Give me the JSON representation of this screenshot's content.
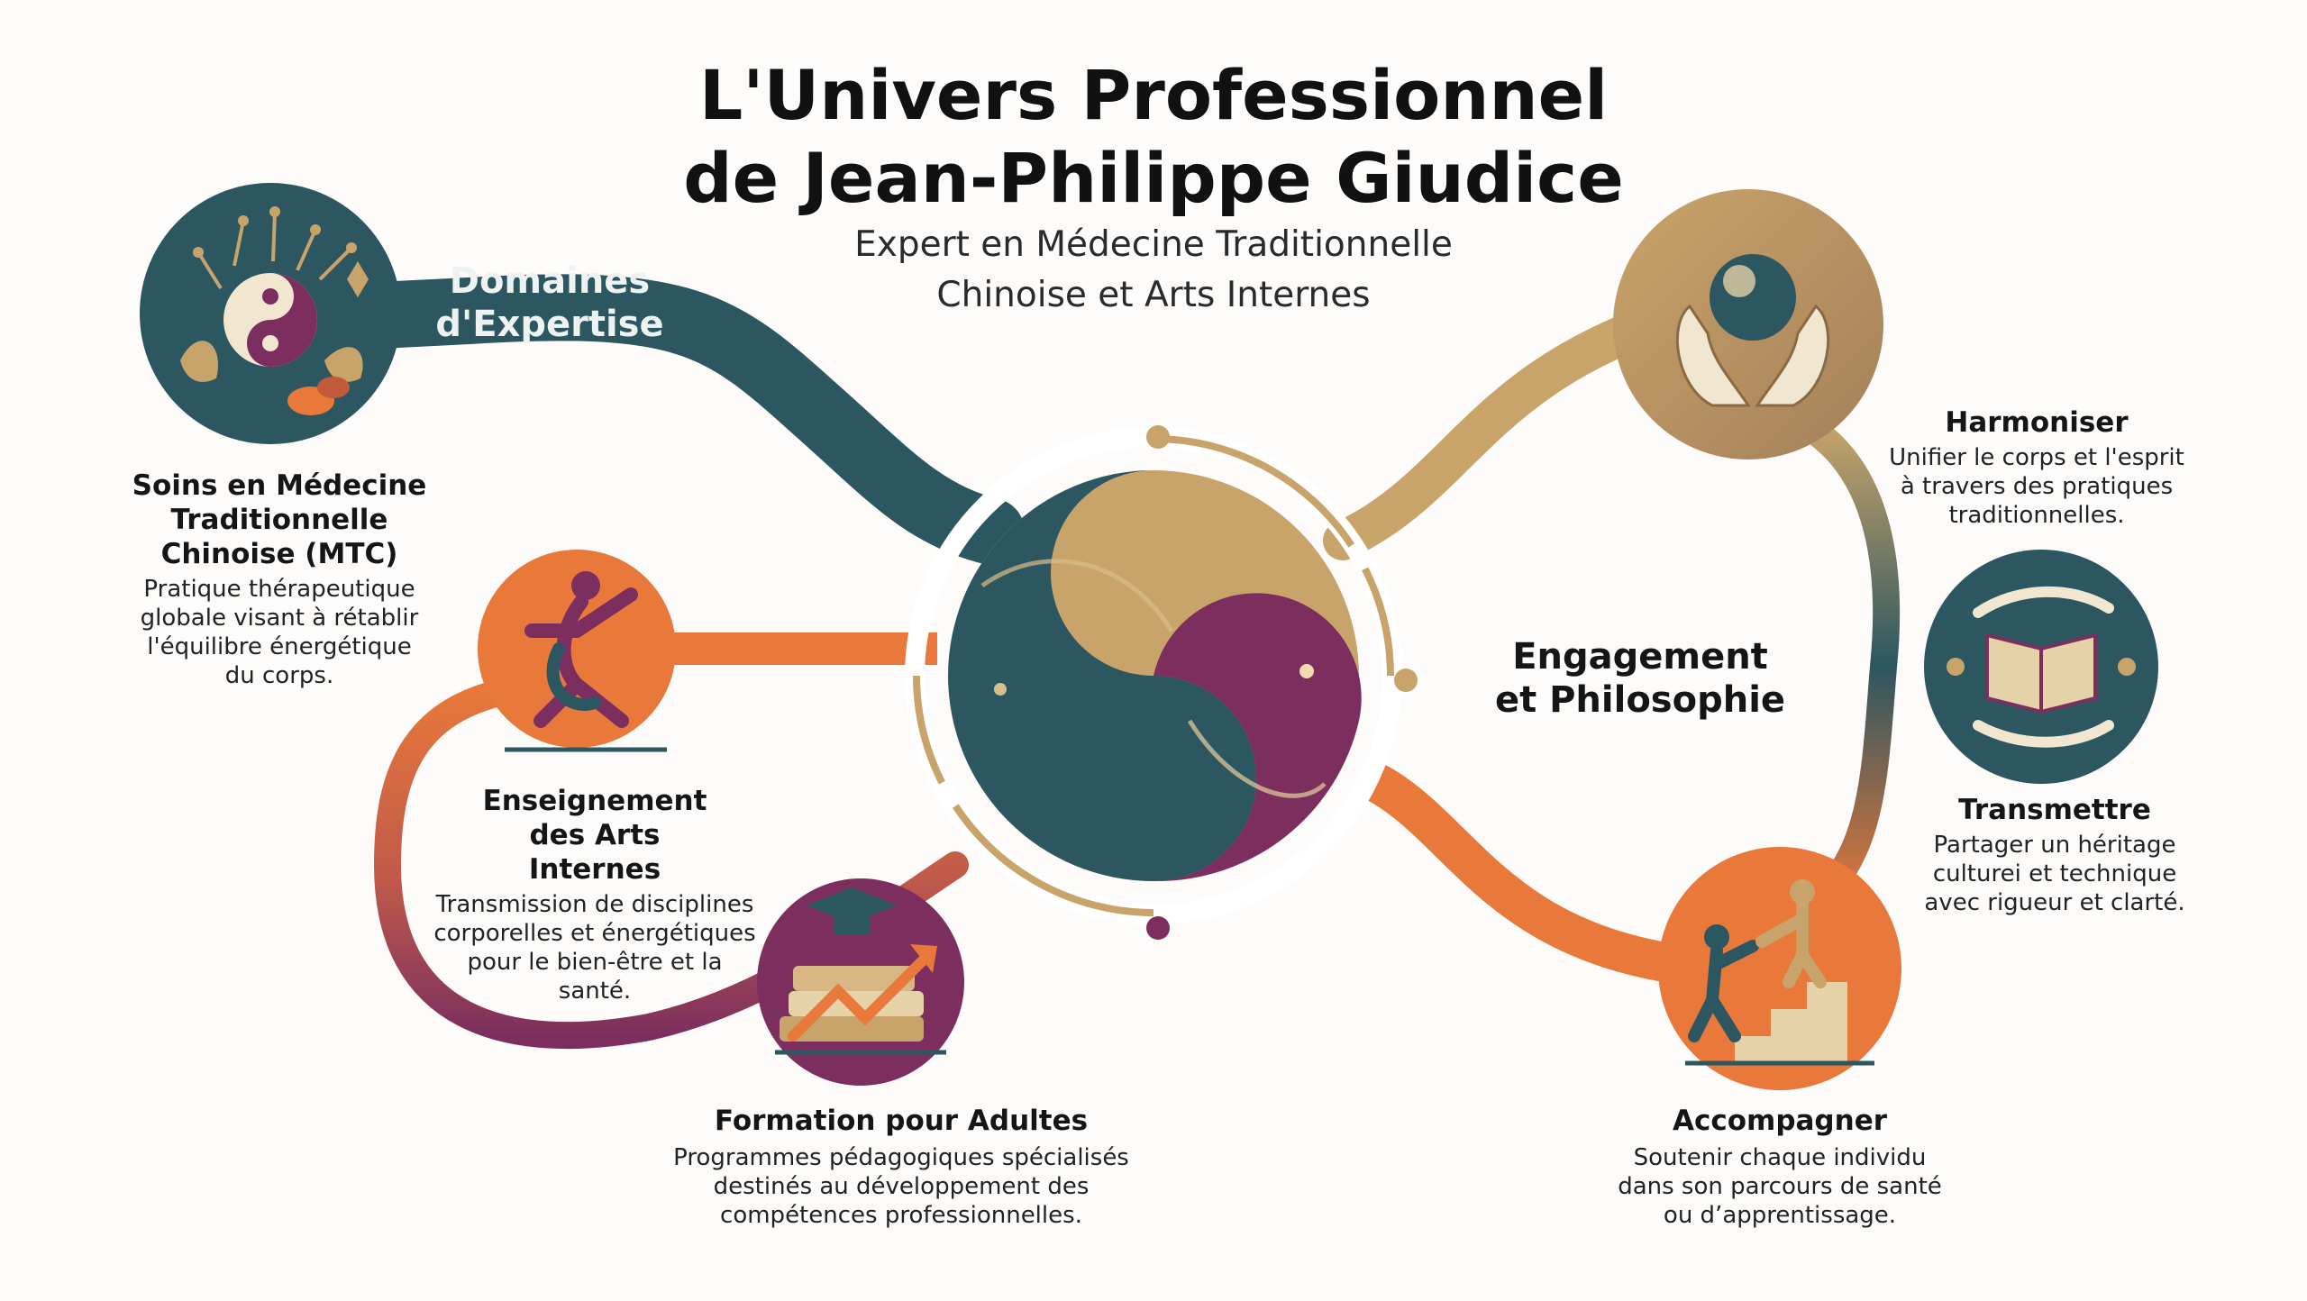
{
  "header": {
    "title_line1": "L'Univers Professionnel",
    "title_line2": "de Jean-Philippe Giudice",
    "subtitle_line1": "Expert en Médecine Traditionnelle",
    "subtitle_line2": "Chinoise et Arts Internes"
  },
  "left_branch": {
    "label_line1": "Domaines",
    "label_line2": "d'Expertise",
    "items": [
      {
        "title": "Soins en Médecine Traditionnelle Chinoise (MTC)",
        "description": "Pratique thérapeutique globale visant à rétablir l'équilibre énergétique du corps.",
        "icon": "yin-yang-acupuncture-herbs-icon"
      },
      {
        "title": "Enseignement des Arts Internes",
        "description": "Transmission de disciplines corporelles et énergétiques pour le bien-être et la santé.",
        "icon": "martial-artist-icon"
      },
      {
        "title": "Formation pour Adultes",
        "description": "Programmes pédagogiques spécialisés destinés au développement des compétences professionnelles.",
        "icon": "graduation-books-growth-icon"
      }
    ]
  },
  "right_branch": {
    "label_line1": "Engagement",
    "label_line2": "et Philosophie",
    "items": [
      {
        "title": "Harmoniser",
        "description": "Unifier le corps et l'esprit à travers des pratiques traditionnelles.",
        "icon": "hands-holding-sphere-icon"
      },
      {
        "title": "Transmettre",
        "description": "Partager un héritage culturei et technique avec rigueur et clarté.",
        "icon": "hands-open-book-icon"
      },
      {
        "title": "Accompagner",
        "description": "Soutenir chaque individu dans son parcours de santé ou d’apprentissage.",
        "icon": "helping-hand-stairs-icon"
      }
    ]
  },
  "colors": {
    "teal": "#2c5660",
    "orange": "#e8793a",
    "plum": "#7c2f5e",
    "gold": "#c9a46a",
    "background": "#fdfcfa"
  }
}
